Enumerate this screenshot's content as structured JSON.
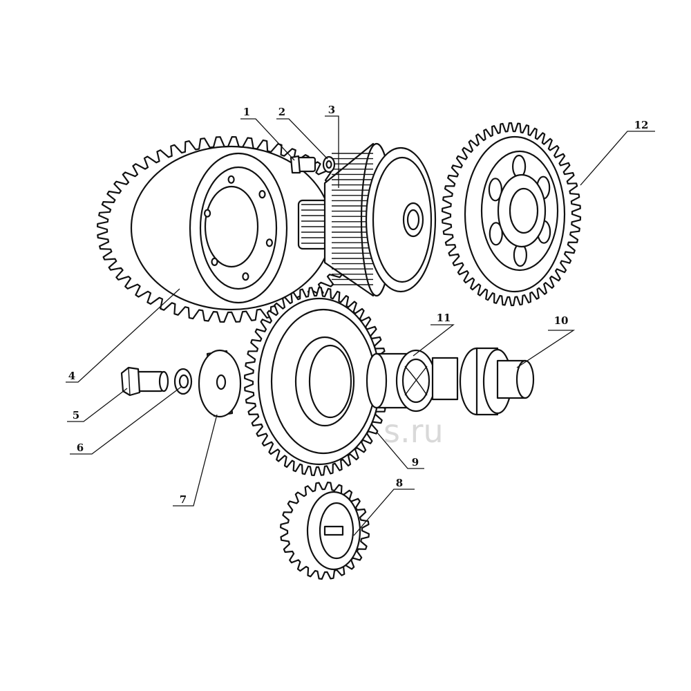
{
  "diagram": {
    "type": "exploded parts view",
    "watermark_text": "s.ru",
    "callouts": [
      {
        "id": "1",
        "label": "1"
      },
      {
        "id": "2",
        "label": "2"
      },
      {
        "id": "3",
        "label": "3"
      },
      {
        "id": "4",
        "label": "4"
      },
      {
        "id": "5",
        "label": "5"
      },
      {
        "id": "6",
        "label": "6"
      },
      {
        "id": "7",
        "label": "7"
      },
      {
        "id": "8",
        "label": "8"
      },
      {
        "id": "9",
        "label": "9"
      },
      {
        "id": "10",
        "label": "10"
      },
      {
        "id": "11",
        "label": "11"
      },
      {
        "id": "12",
        "label": "12"
      }
    ]
  },
  "colors": {
    "ink": "#111111",
    "paper": "#ffffff",
    "watermark": "#d9d9d9"
  }
}
